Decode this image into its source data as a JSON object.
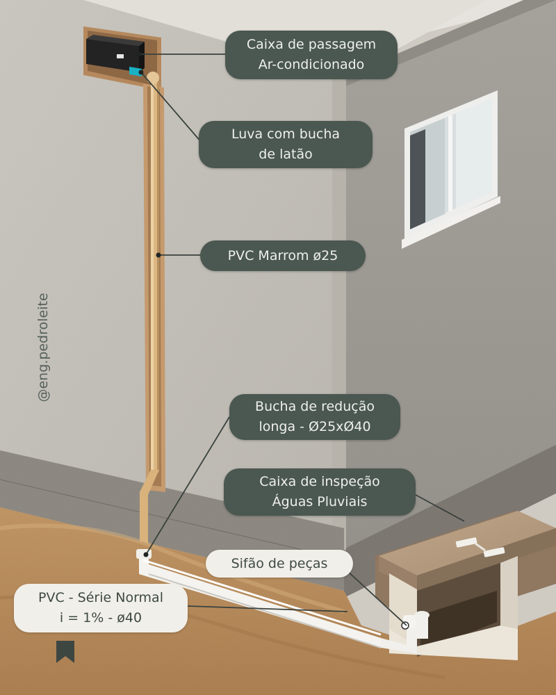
{
  "labels": {
    "caixa_passagem": {
      "line1": "Caixa de passagem",
      "line2": "Ar-condicionado"
    },
    "luva_bucha": {
      "line1": "Luva com bucha",
      "line2": "de latão"
    },
    "pvc_marrom": {
      "line1": "PVC Marrom ø25"
    },
    "bucha_reducao": {
      "line1": "Bucha de redução",
      "line2": "longa - Ø25xØ40"
    },
    "caixa_inspecao": {
      "line1": "Caixa de inspeção",
      "line2": "Águas Pluviais"
    },
    "sifao": {
      "line1": "Sifão de peças"
    },
    "pvc_serie": {
      "line1": "PVC - Série Normal",
      "line2": "i = 1% - ø40"
    }
  },
  "watermark": "@eng.pedroleite",
  "colors": {
    "callout_dark": "#4b5751",
    "callout_light": "#f1efe9",
    "wall_front": "#c6c3bc",
    "wall_side": "#9d9993",
    "soil": "#b98c5c",
    "brown_pipe": "#d8b27c",
    "white_pipe": "#f4f3ef"
  },
  "icons": [
    "bookmark-icon"
  ]
}
